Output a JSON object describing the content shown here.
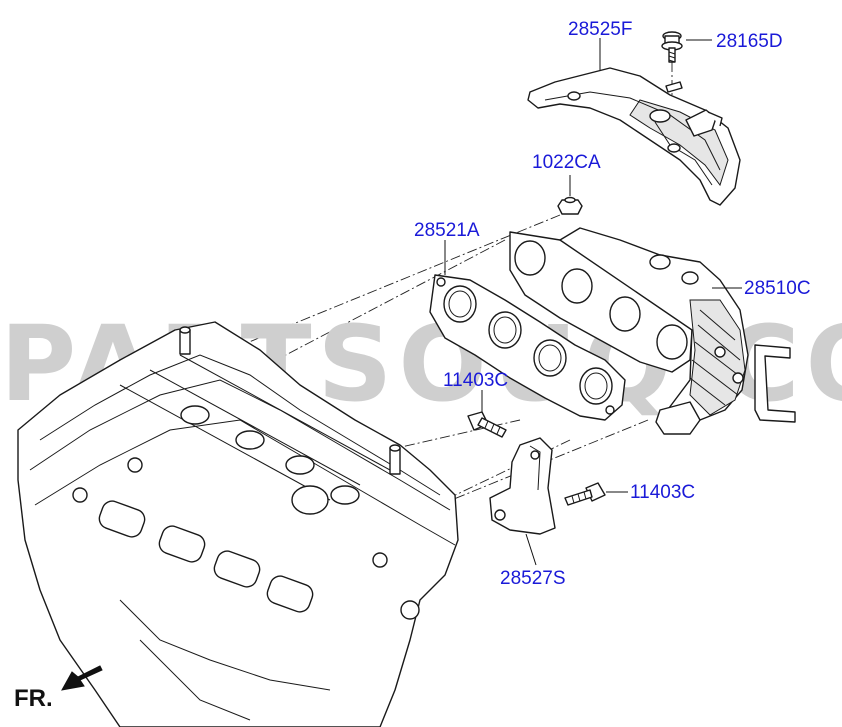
{
  "watermark": "PARTSOUQ.COM",
  "orientation_label": "FR.",
  "callouts": {
    "heat_shield": "28525F",
    "shield_bolt": "28165D",
    "nut": "1022CA",
    "gasket": "28521A",
    "manifold": "28510C",
    "bolt_upper": "11403C",
    "bolt_lower": "11403C",
    "bracket": "28527S"
  },
  "colors": {
    "callout_text": "#1a1ad8",
    "line_art": "#1a1a1a",
    "watermark": "#cfcfcf"
  },
  "icons": [
    "front-direction-arrow-icon"
  ]
}
